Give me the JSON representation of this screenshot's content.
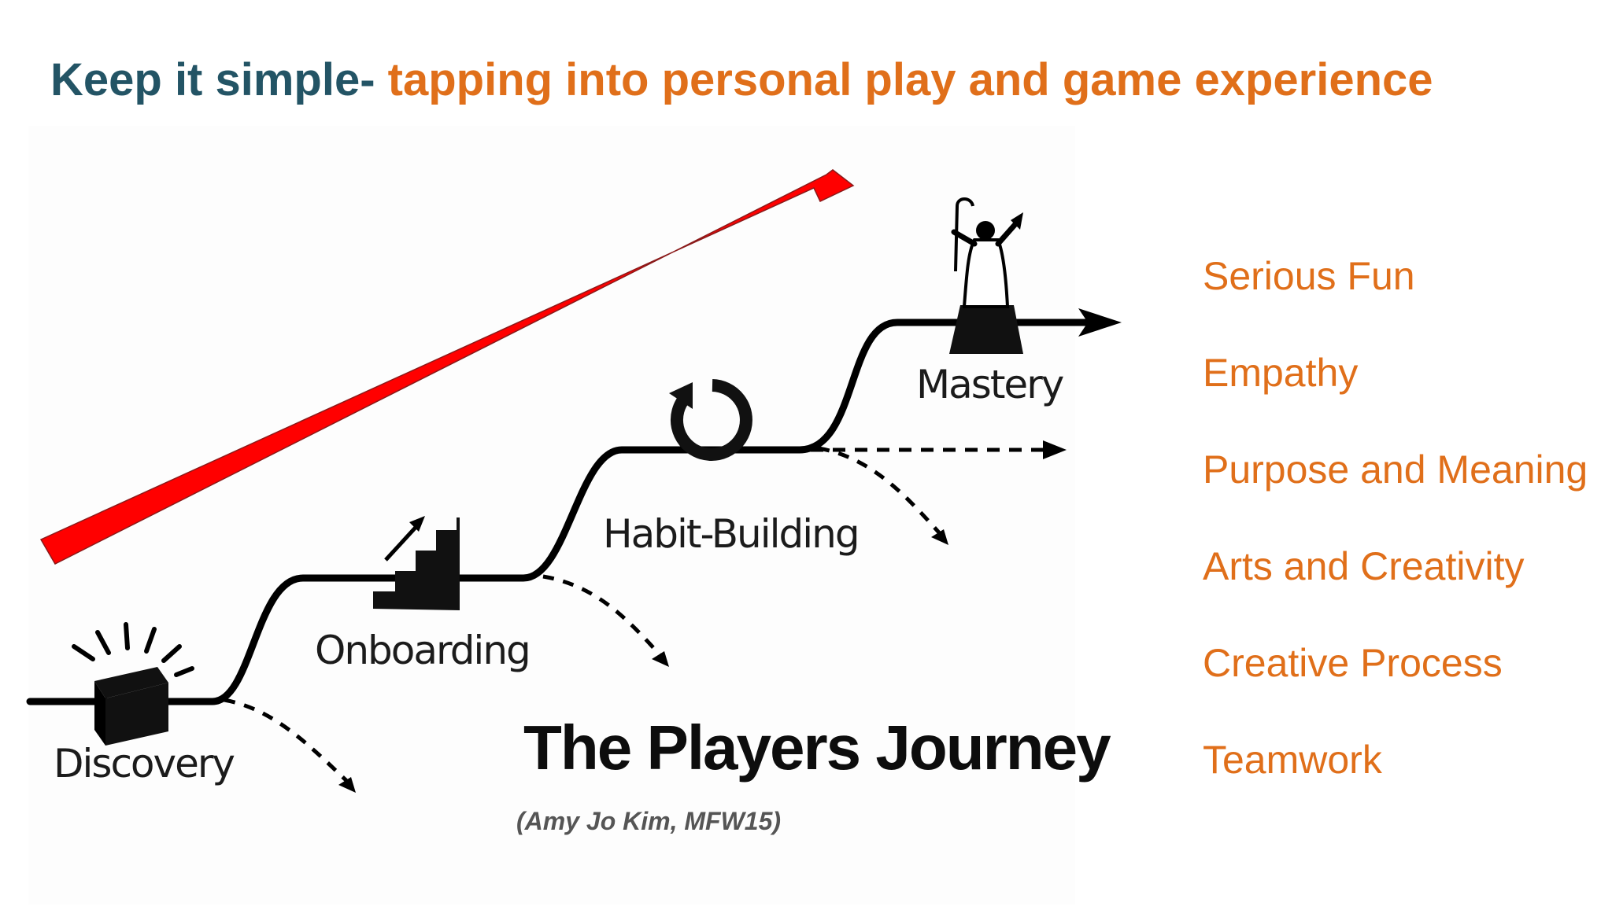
{
  "slide": {
    "title_lead": "Keep it simple-",
    "title_rest": " tapping into personal play and game experience"
  },
  "diagram": {
    "stages": [
      "Discovery",
      "Onboarding",
      "Habit-Building",
      "Mastery"
    ],
    "title": "The Players Journey",
    "citation": "(Amy Jo Kim, MFW15)",
    "colors": {
      "progress_arrow": "#ff0000",
      "path": "#000000"
    }
  },
  "themes": [
    "Serious Fun",
    "Empathy",
    "Purpose and Meaning",
    "Arts and Creativity",
    "Creative Process",
    "Teamwork"
  ],
  "colors": {
    "title_lead": "#235465",
    "accent": "#e06f1a"
  }
}
